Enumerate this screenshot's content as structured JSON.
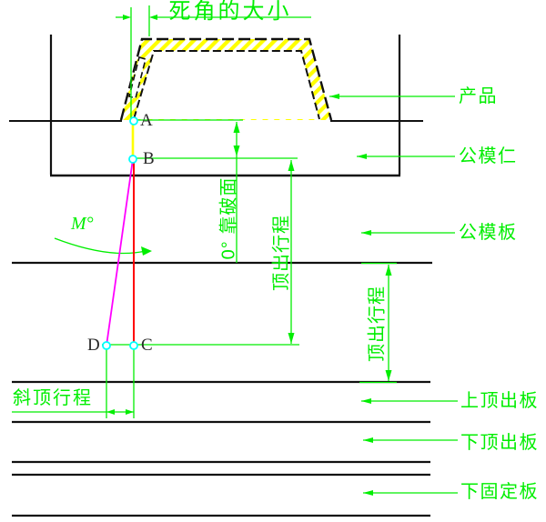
{
  "diagram": {
    "top_dimension_label": "死角的大小",
    "angle_label": "M°",
    "points": {
      "a": "A",
      "b": "B",
      "c": "C",
      "d": "D"
    },
    "dims": {
      "shutoff": "0° 靠破面",
      "ejection_stroke_inner": "顶出行程",
      "ejection_stroke_right": "顶出行程",
      "lifter_stroke": "斜顶行程"
    },
    "part_labels": {
      "product": "产品",
      "core_insert": "公模仁",
      "core_plate": "公模板",
      "upper_ejector_plate": "上顶出板",
      "lower_ejector_plate": "下顶出板",
      "bottom_clamp_plate": "下固定板"
    },
    "colors": {
      "annotation_green": "#00ee00",
      "hatch_yellow": "#ffff00",
      "reference_red": "#ff0000",
      "lifter_travel_magenta": "#ff00ff",
      "point_marker_cyan": "#00ffff",
      "line_black": "#111111",
      "background": "#ffffff"
    }
  }
}
